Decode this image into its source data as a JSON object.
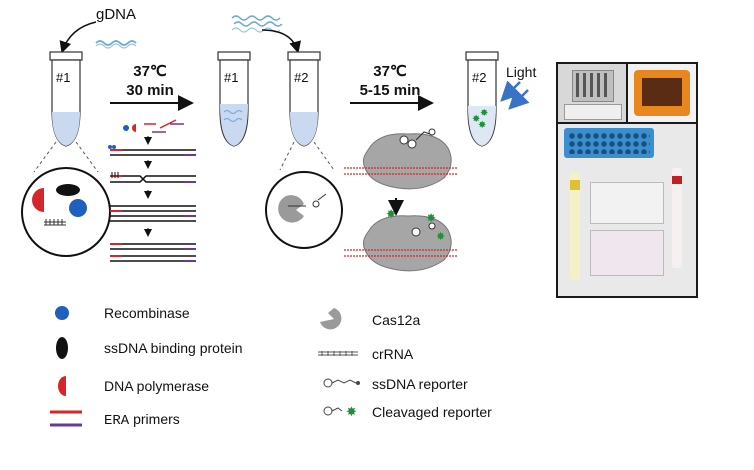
{
  "labels": {
    "gdna": "gDNA",
    "tube1": "#1",
    "tube1b": "#1",
    "tube2": "#2",
    "tube2b": "#2",
    "step1_temp": "37℃",
    "step1_time": "30 min",
    "step2_temp": "37℃",
    "step2_time": "5-15 min",
    "light": "Light"
  },
  "legend_left": [
    {
      "icon": "recombinase-icon",
      "label": "Recombinase"
    },
    {
      "icon": "ssb-protein-icon",
      "label": "ssDNA binding protein"
    },
    {
      "icon": "dna-polymerase-icon",
      "label": "DNA polymerase"
    },
    {
      "icon": "era-primers-icon",
      "label_prefix": "ERA",
      "label": " primers"
    }
  ],
  "legend_right": [
    {
      "icon": "cas12a-icon",
      "label": "Cas12a"
    },
    {
      "icon": "crrna-icon",
      "label": "crRNA"
    },
    {
      "icon": "ssdna-reporter-icon",
      "label": "ssDNA reporter"
    },
    {
      "icon": "cleaved-reporter-icon",
      "label": "Cleavaged reporter"
    }
  ],
  "colors": {
    "recombinase": "#1f5fbf",
    "polymerase": "#d7262b",
    "primer_red": "#d7262b",
    "primer_purple": "#6a3a93",
    "dna_blue": "#6aa8d8",
    "liquid": "#c9d9ef",
    "cas12a": "#9a9a9a",
    "cleaved_green": "#1f8f3a",
    "light_arrow": "#3a72c4",
    "rack_blue": "#3a8fd0",
    "incubator_orange": "#e8871e"
  }
}
